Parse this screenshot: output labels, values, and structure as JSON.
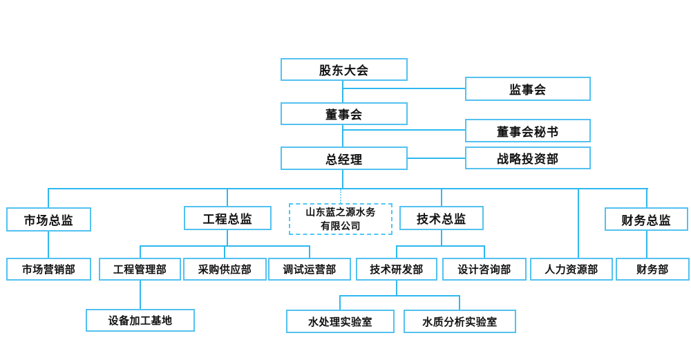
{
  "diagram": {
    "type": "org-chart",
    "nodes": {
      "shareholders_meeting": "股东大会",
      "supervisory_board": "监事会",
      "board_of_directors": "董事会",
      "board_secretary": "董事会秘书",
      "general_manager": "总经理",
      "strategic_investment_dept": "战略投资部",
      "marketing_director": "市场总监",
      "engineering_director": "工程总监",
      "technical_director": "技术总监",
      "finance_director": "财务总监",
      "company_name_line1": "山东蓝之源水务",
      "company_name_line2": "有限公司",
      "company_name_full": "山东蓝之源水务有限公司",
      "marketing_dept": "市场营销部",
      "engineering_mgmt_dept": "工程管理部",
      "procurement_supply_dept": "采购供应部",
      "commissioning_operations_dept": "调试运营部",
      "tech_rd_dept": "技术研发部",
      "design_consulting_dept": "设计咨询部",
      "hr_dept": "人力资源部",
      "finance_dept": "财务部",
      "equipment_processing_base": "设备加工基地",
      "water_treatment_lab": "水处理实验室",
      "water_quality_analysis_lab": "水质分析实验室"
    },
    "colors": {
      "box_border": "#52C1F0",
      "connector_line": "#2EB8EF",
      "dashed_border": "#4EC7F5",
      "text": "#111111",
      "background": "#ffffff"
    }
  }
}
